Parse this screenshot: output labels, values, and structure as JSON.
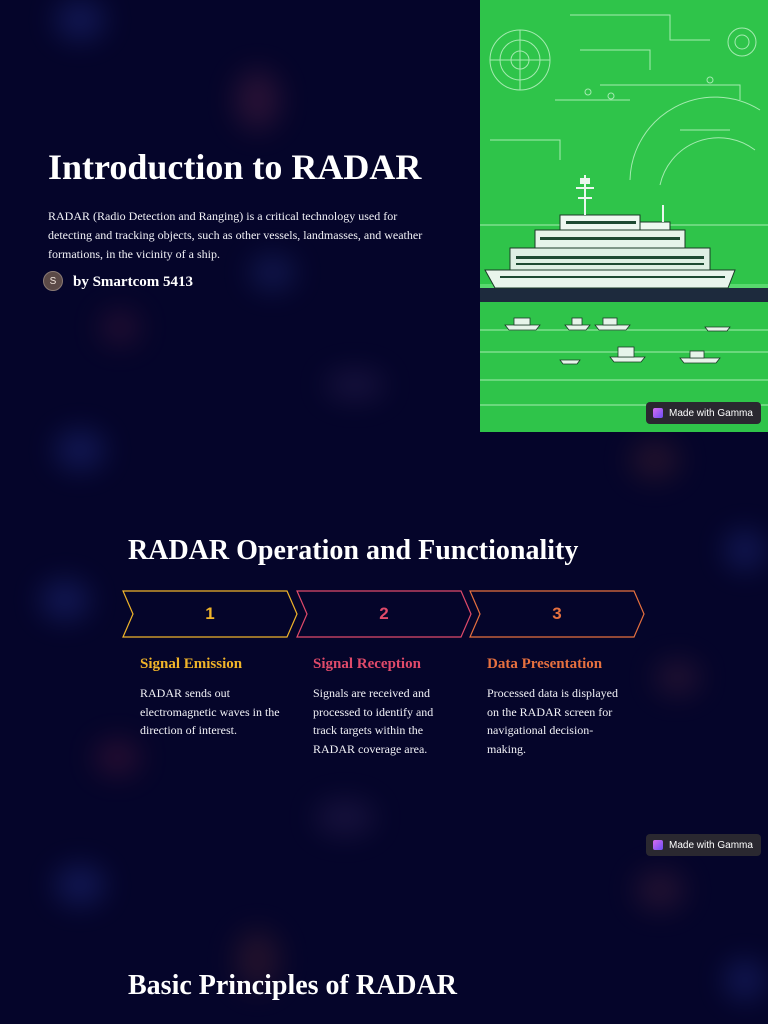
{
  "slide1": {
    "title": "Introduction to RADAR",
    "description": "RADAR (Radio Detection and Ranging) is a critical technology used for detecting and tracking objects, such as other vessels, landmasses, and weather formations, in the vicinity of a ship.",
    "author": {
      "avatar_initial": "S",
      "byline": "by Smartcom 5413"
    },
    "hero_image": {
      "background_color": "#2fc44a",
      "subject": "ship-with-radar-circuit-illustration"
    },
    "badge": {
      "label": "Made with Gamma",
      "icon": "gamma-logo-icon"
    }
  },
  "slide2": {
    "title": "RADAR Operation and Functionality",
    "steps": [
      {
        "number": "1",
        "title": "Signal Emission",
        "description": "RADAR sends out electromagnetic waves in the direction of interest.",
        "color": "#f0b429"
      },
      {
        "number": "2",
        "title": "Signal Reception",
        "description": "Signals are received and processed to identify and track targets within the RADAR coverage area.",
        "color": "#e04a6a"
      },
      {
        "number": "3",
        "title": "Data Presentation",
        "description": "Processed data is displayed on the RADAR screen for navigational decision-making.",
        "color": "#e6703f"
      }
    ],
    "badge": {
      "label": "Made with Gamma",
      "icon": "gamma-logo-icon"
    }
  },
  "slide3": {
    "title": "Basic Principles of RADAR"
  },
  "colors": {
    "background": "#05052a",
    "text": "#ffffff"
  }
}
